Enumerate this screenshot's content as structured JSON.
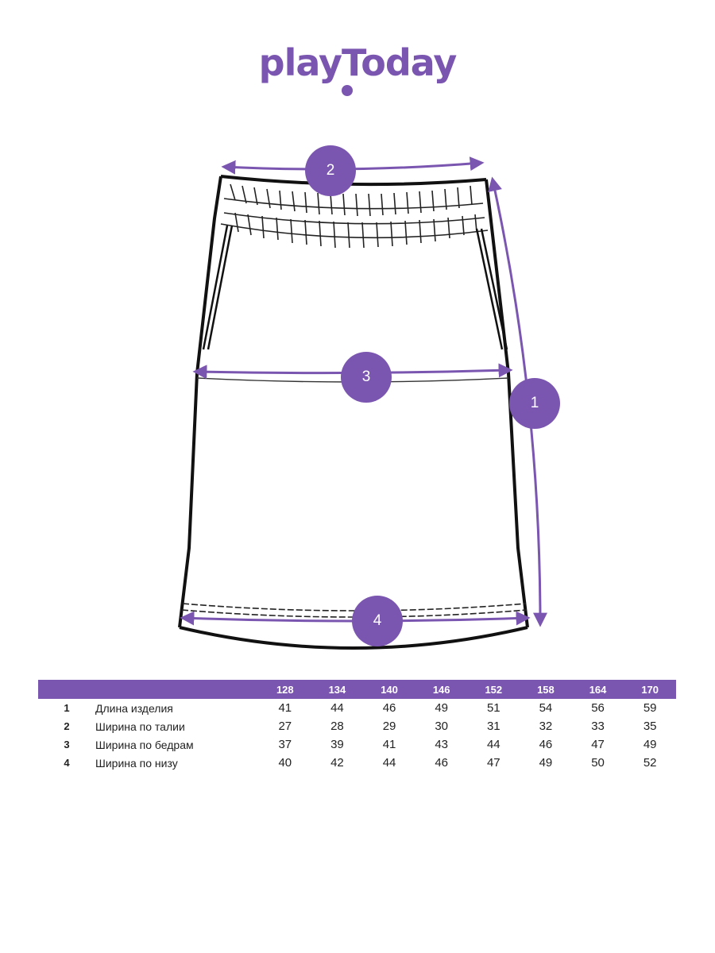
{
  "brand": {
    "logo_text": "playToday",
    "accent_color": "#7b56b0"
  },
  "diagram": {
    "callouts": [
      "1",
      "2",
      "3",
      "4"
    ]
  },
  "size_table": {
    "sizes": [
      "128",
      "134",
      "140",
      "146",
      "152",
      "158",
      "164",
      "170"
    ],
    "rows": [
      {
        "num": "1",
        "label": "Длина изделия",
        "values": [
          "41",
          "44",
          "46",
          "49",
          "51",
          "54",
          "56",
          "59"
        ]
      },
      {
        "num": "2",
        "label": "Ширина по талии",
        "values": [
          "27",
          "28",
          "29",
          "30",
          "31",
          "32",
          "33",
          "35"
        ]
      },
      {
        "num": "3",
        "label": "Ширина по бедрам",
        "values": [
          "37",
          "39",
          "41",
          "43",
          "44",
          "46",
          "47",
          "49"
        ]
      },
      {
        "num": "4",
        "label": "Ширина по низу",
        "values": [
          "40",
          "42",
          "44",
          "46",
          "47",
          "49",
          "50",
          "52"
        ]
      }
    ]
  }
}
